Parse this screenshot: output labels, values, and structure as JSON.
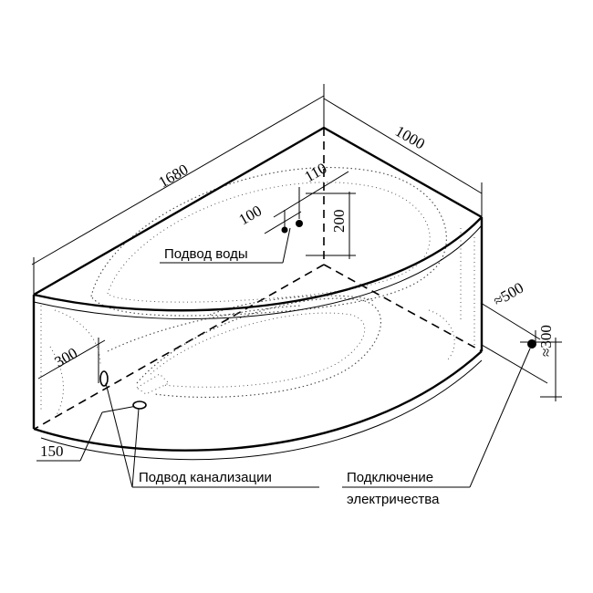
{
  "dimensions": {
    "length": "1680",
    "width": "1000",
    "water_height": "200",
    "water_offset_1": "110",
    "water_offset_2": "100",
    "drain_offset_1": "300",
    "drain_offset_2": "150",
    "electric_offset": "≈500",
    "electric_height": "≈300"
  },
  "labels": {
    "water_supply": "Подвод воды",
    "drain": "Подвод канализации",
    "electric_line1": "Подключение",
    "electric_line2": "электричества"
  }
}
